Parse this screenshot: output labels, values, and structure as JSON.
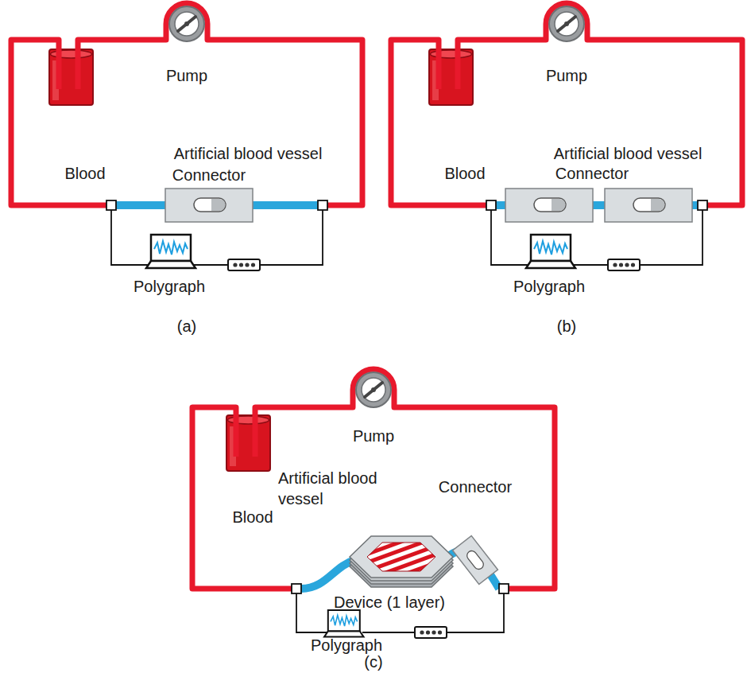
{
  "diagram": {
    "labels": [
      "Pump",
      "Blood",
      "Artificial blood vessel",
      "Connector",
      "Polygraph",
      "(a)",
      "Pump",
      "Blood",
      "Artificial blood vessel",
      "Connector",
      "Polygraph",
      "(b)",
      "Pump",
      "Artificial blood vessel",
      "Connector",
      "Blood",
      "Device (1 layer)",
      "Polygraph",
      "(c)"
    ]
  }
}
